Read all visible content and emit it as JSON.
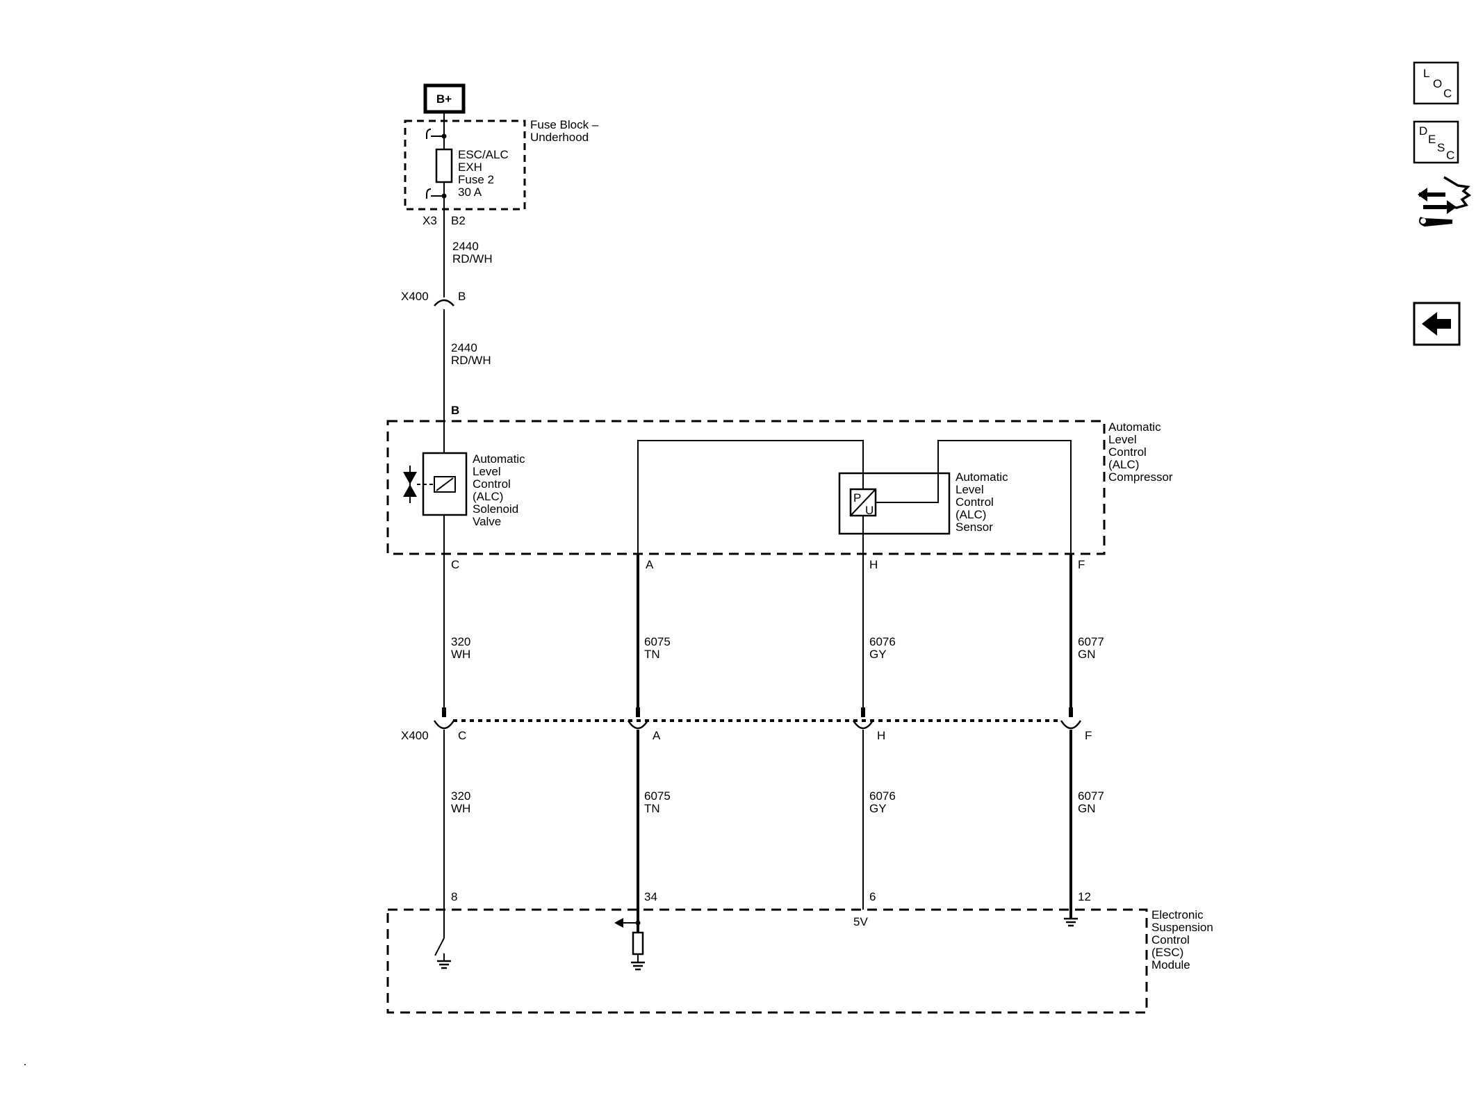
{
  "power": {
    "label": "B+"
  },
  "fuse_block": {
    "title_line1": "Fuse Block –",
    "title_line2": "Underhood",
    "fuse_line1": "ESC/ALC",
    "fuse_line2": "EXH",
    "fuse_line3": "Fuse 2",
    "fuse_line4": "30 A",
    "connector": "X3",
    "pin": "B2"
  },
  "wires": {
    "w2440_top": {
      "circuit": "2440",
      "color": "RD/WH"
    },
    "w2440_bottom": {
      "circuit": "2440",
      "color": "RD/WH"
    },
    "w320_upper": {
      "circuit": "320",
      "color": "WH"
    },
    "w320_lower": {
      "circuit": "320",
      "color": "WH"
    },
    "w6075_upper": {
      "circuit": "6075",
      "color": "TN"
    },
    "w6075_lower": {
      "circuit": "6075",
      "color": "TN"
    },
    "w6076_upper": {
      "circuit": "6076",
      "color": "GY"
    },
    "w6076_lower": {
      "circuit": "6076",
      "color": "GY"
    },
    "w6077_upper": {
      "circuit": "6077",
      "color": "GN"
    },
    "w6077_lower": {
      "circuit": "6077",
      "color": "GN"
    }
  },
  "x400_upper": {
    "label": "X400",
    "pin": "B"
  },
  "compressor": {
    "line1": "Automatic",
    "line2": "Level",
    "line3": "Control",
    "line4": "(ALC)",
    "line5": "Compressor",
    "pin_top": "B",
    "pins": {
      "c": "C",
      "a": "A",
      "h": "H",
      "f": "F"
    }
  },
  "solenoid": {
    "line1": "Automatic",
    "line2": "Level",
    "line3": "Control",
    "line4": "(ALC)",
    "line5": "Solenoid",
    "line6": "Valve"
  },
  "sensor": {
    "line1": "Automatic",
    "line2": "Level",
    "line3": "Control",
    "line4": "(ALC)",
    "line5": "Sensor",
    "symbol_p": "P",
    "symbol_u": "U"
  },
  "x400_lower": {
    "label": "X400",
    "pins": {
      "c": "C",
      "a": "A",
      "h": "H",
      "f": "F"
    }
  },
  "esc_module": {
    "line1": "Electronic",
    "line2": "Suspension",
    "line3": "Control",
    "line4": "(ESC)",
    "line5": "Module",
    "pins": {
      "p8": "8",
      "p34": "34",
      "p6": "6",
      "p12": "12"
    },
    "ref_label": "5V"
  },
  "nav": {
    "loc": {
      "l": "L",
      "o": "O",
      "c": "C"
    },
    "desc": {
      "d": "D",
      "e": "E",
      "s": "S",
      "c": "C"
    },
    "icons": [
      "loc-icon",
      "desc-icon",
      "connector-tool-icon",
      "back-arrow-icon"
    ]
  }
}
